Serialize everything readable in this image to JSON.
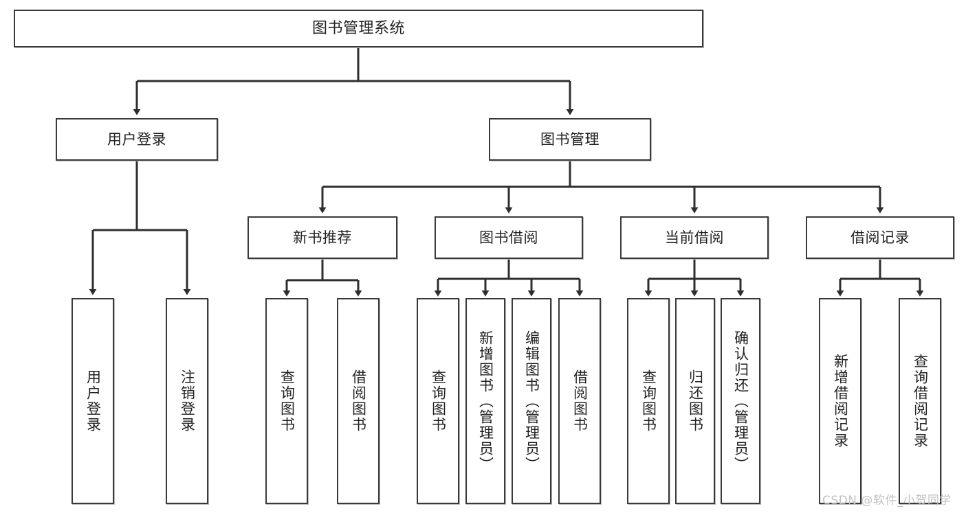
{
  "diagram": {
    "title": "图书管理系统",
    "type": "hierarchy-tree",
    "root": {
      "label": "图书管理系统"
    },
    "level2": [
      {
        "label": "用户登录"
      },
      {
        "label": "图书管理"
      }
    ],
    "level3": [
      {
        "label": "新书推荐"
      },
      {
        "label": "图书借阅"
      },
      {
        "label": "当前借阅"
      },
      {
        "label": "借阅记录"
      }
    ],
    "leaves": [
      {
        "label": "用户登录"
      },
      {
        "label": "注销登录"
      },
      {
        "label": "查询图书"
      },
      {
        "label": "借阅图书"
      },
      {
        "label": "查询图书"
      },
      {
        "label": "新增图书（管理员）"
      },
      {
        "label": "编辑图书（管理员）"
      },
      {
        "label": "借阅图书"
      },
      {
        "label": "查询图书"
      },
      {
        "label": "归还图书"
      },
      {
        "label": "确认归还（管理员）"
      },
      {
        "label": "新增借阅记录"
      },
      {
        "label": "查询借阅记录"
      }
    ]
  },
  "watermark": {
    "text": "CSDN @软件_小贺同学"
  },
  "colors": {
    "stroke": "#3a3a3a",
    "shadow": "#b9b9b9",
    "background": "#ffffff",
    "text": "#222222",
    "watermark": "#c2c2c2"
  }
}
